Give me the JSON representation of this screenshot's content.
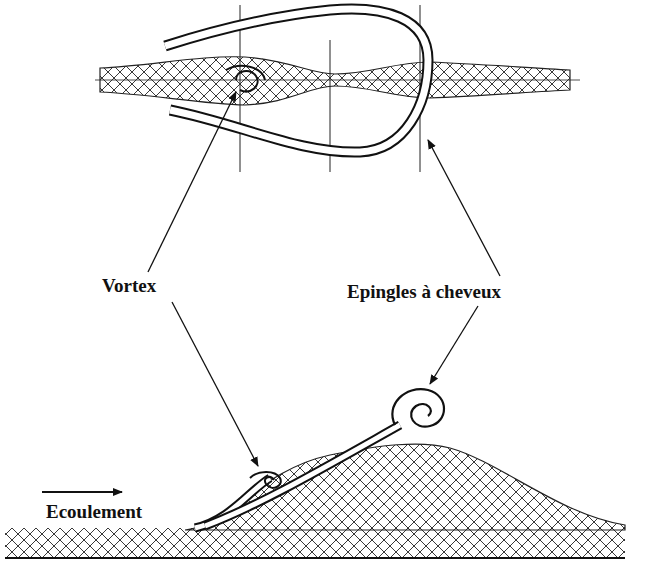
{
  "diagram": {
    "labels": [
      "Vortex",
      "Epingles à cheveux",
      "Ecoulement"
    ]
  }
}
